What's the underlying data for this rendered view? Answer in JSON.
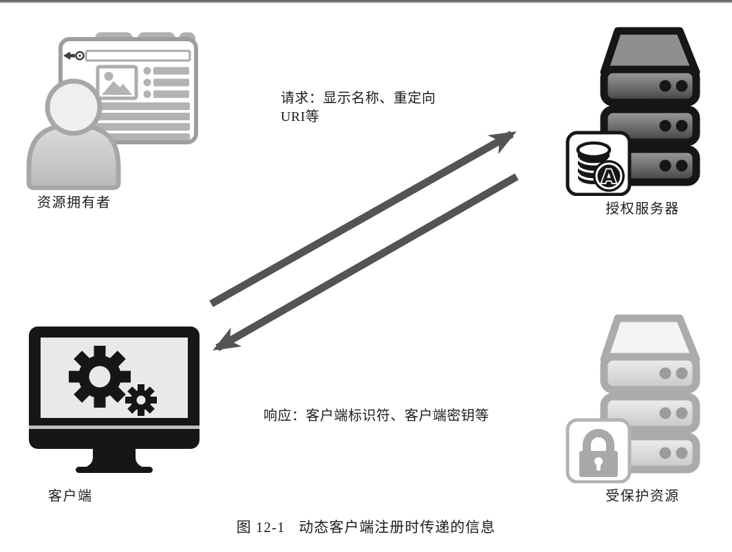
{
  "figure": {
    "caption_label": "图 12-1",
    "caption_title": "动态客户端注册时传递的信息"
  },
  "nodes": {
    "resource_owner": {
      "label": "资源拥有者",
      "icon": "person-browser-icon"
    },
    "authorization_server": {
      "label": "授权服务器",
      "icon": "server-database-icon"
    },
    "client": {
      "label": "客户端",
      "icon": "monitor-gears-icon"
    },
    "protected_resource": {
      "label": "受保护资源",
      "icon": "server-lock-icon"
    }
  },
  "messages": {
    "request": {
      "from": "client",
      "to": "authorization_server",
      "line1": "请求：显示名称、重定向",
      "line2": "URI等"
    },
    "response": {
      "from": "authorization_server",
      "to": "client",
      "text": "响应：客户端标识符、客户端密钥等"
    }
  },
  "colors": {
    "arrow": "#545456",
    "top_rule": "#7a7a7c",
    "dark_icon": "#161616",
    "light_icon": "#ababab",
    "text": "#1c1c1c"
  }
}
